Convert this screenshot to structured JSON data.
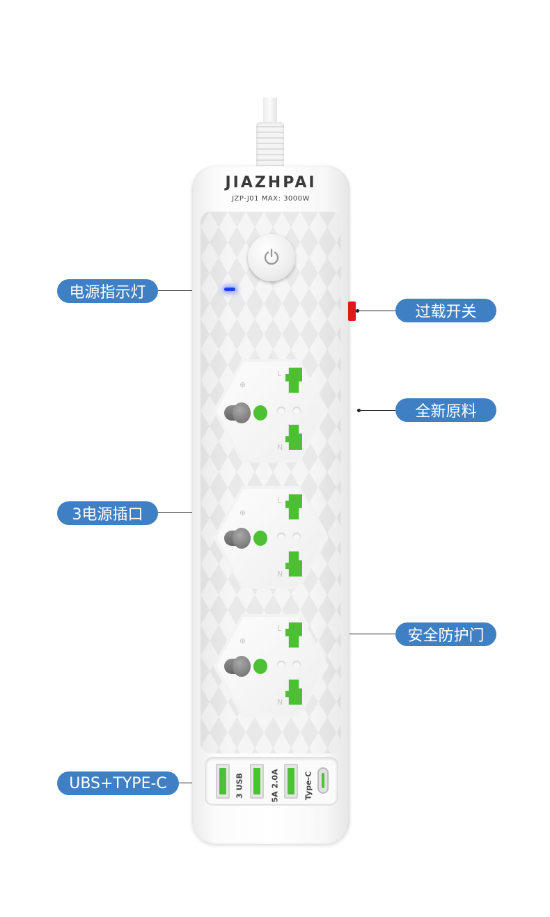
{
  "product": {
    "brand": "JIAZHPAI",
    "model": "JZP-J01  MAX: 3000W",
    "usb_labels": [
      "3 USB",
      "5A 2.0A",
      "Type-C"
    ]
  },
  "callouts": {
    "power_indicator": "电源指示灯",
    "overload_switch": "过载开关",
    "new_material": "全新原料",
    "three_sockets": "3电源插口",
    "safety_door": "安全防护门",
    "usb_typec": "UBS+TYPE-C"
  },
  "socket_marks": {
    "live": "L",
    "neutral": "N",
    "earth": "⊕"
  },
  "colors": {
    "label_bg": "#3f7fc4",
    "shutter_green": "#4cc134",
    "indicator_blue": "#1f3ef0",
    "overload_red": "#e01818"
  }
}
